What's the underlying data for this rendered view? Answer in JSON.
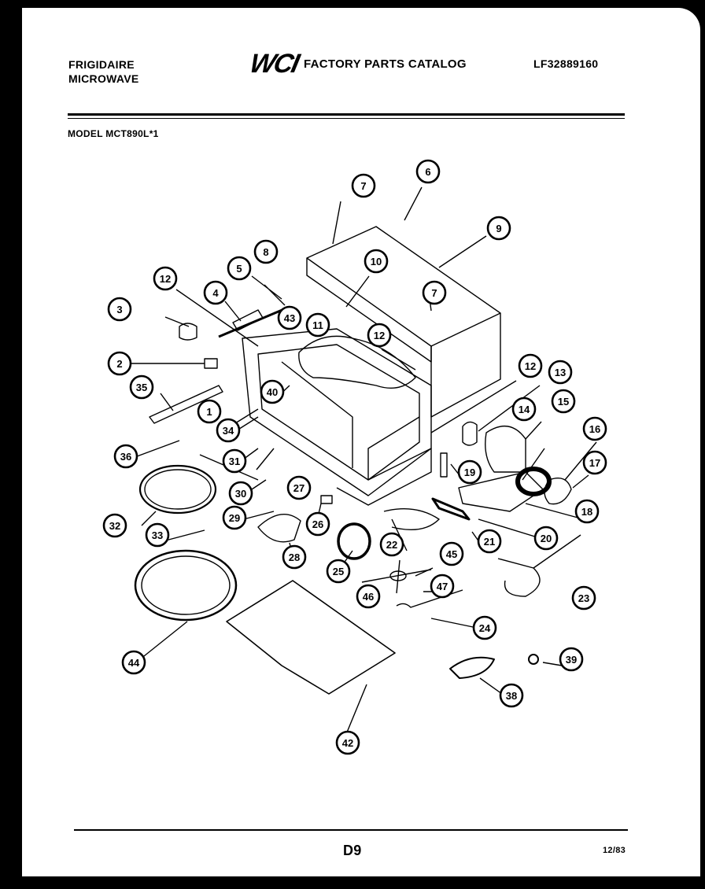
{
  "header": {
    "brand_line1": "FRIGIDAIRE",
    "brand_line2": "MICROWAVE",
    "logo": "WCI",
    "catalog_title": "FACTORY PARTS CATALOG",
    "catalog_number": "LF32889160",
    "model": "MODEL MCT890L*1"
  },
  "footer": {
    "page": "D9",
    "date": "12/83"
  },
  "callouts": [
    "1",
    "2",
    "3",
    "4",
    "5",
    "6",
    "7",
    "7",
    "8",
    "9",
    "10",
    "11",
    "12",
    "12",
    "12",
    "13",
    "14",
    "15",
    "16",
    "17",
    "18",
    "19",
    "20",
    "21",
    "22",
    "23",
    "24",
    "25",
    "26",
    "27",
    "28",
    "29",
    "30",
    "31",
    "32",
    "33",
    "34",
    "35",
    "36",
    "38",
    "39",
    "40",
    "42",
    "43",
    "44",
    "45",
    "46",
    "47"
  ]
}
